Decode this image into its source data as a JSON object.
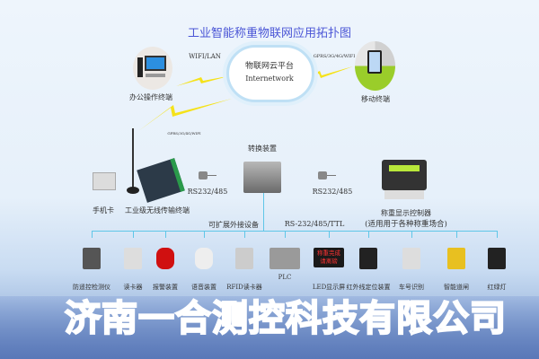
{
  "title": "工业智能称重物联网应用拓扑图",
  "cloud": {
    "line1": "物联网云平台",
    "line2": "Internetwork"
  },
  "office": {
    "label": "办公操作终端",
    "link": "WIFI/LAN"
  },
  "mobile": {
    "label": "移动终端",
    "link": "GPRS/3G/4G/WIFI"
  },
  "terminal_link": "GPRS/3G/4G/WIFI",
  "sim": "手机卡",
  "wireless_terminal": "工业级无线传输终端",
  "converter": "转换装置",
  "rs_left": "RS232/485",
  "rs_right": "RS232/485",
  "controller": {
    "label": "称重显示控制器",
    "note": "(适用用于各种称重场合)"
  },
  "bus": {
    "label": "可扩展外接设备",
    "protocol": "RS-232/485/TTL"
  },
  "devices": [
    {
      "label": "防遥控检测仪",
      "icon": "remote-detector-icon"
    },
    {
      "label": "读卡器",
      "icon": "card-reader-icon"
    },
    {
      "label": "报警装置",
      "icon": "alarm-icon"
    },
    {
      "label": "语音装置",
      "icon": "speaker-icon"
    },
    {
      "label": "RFID读卡器",
      "icon": "rfid-icon"
    },
    {
      "label": "PLC",
      "icon": "plc-icon"
    },
    {
      "label": "LED显示屏",
      "icon": "led-screen-icon",
      "screen": [
        "称重完成",
        "请离磅"
      ]
    },
    {
      "label": "红外线定位装置",
      "icon": "infrared-icon"
    },
    {
      "label": "车号识别",
      "icon": "camera-icon"
    },
    {
      "label": "智能道闸",
      "icon": "barrier-gate-icon"
    },
    {
      "label": "红绿灯",
      "icon": "traffic-light-icon"
    }
  ],
  "watermark": "济南一合测控科技有限公司"
}
